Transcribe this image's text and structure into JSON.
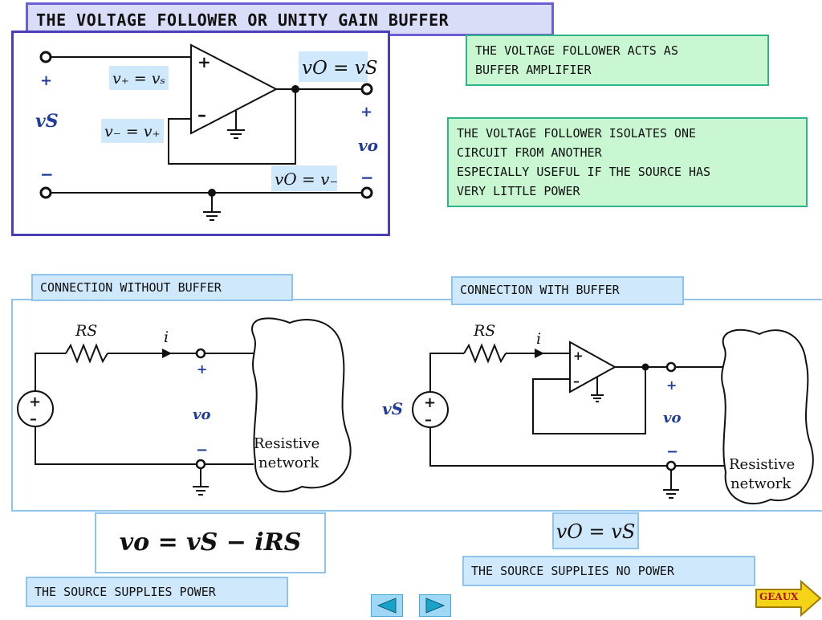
{
  "title": "THE VOLTAGE FOLLOWER OR UNITY GAIN BUFFER",
  "notes": {
    "acts_as_buffer": [
      "THE VOLTAGE FOLLOWER ACTS AS",
      "BUFFER AMPLIFIER"
    ],
    "isolates": [
      "THE VOLTAGE FOLLOWER ISOLATES ONE",
      "CIRCUIT FROM ANOTHER",
      "ESPECIALLY USEFUL IF THE SOURCE HAS",
      "VERY LITTLE POWER"
    ]
  },
  "top_circuit": {
    "vplus_eq_vs": "v₊ = vₛ",
    "vminus_eq_vplus": "v₋ = v₊",
    "vo_eq_vs": "vO = vS",
    "vo_eq_vminus": "vO = v₋",
    "vs_label": "vS",
    "vo_label": "vo",
    "plus": "+",
    "minus": "−"
  },
  "labels": {
    "without_buffer": "CONNECTION WITHOUT BUFFER",
    "with_buffer": "CONNECTION WITH BUFFER",
    "source_supplies_power": "THE SOURCE SUPPLIES POWER",
    "source_supplies_no_power": "THE SOURCE SUPPLIES NO POWER"
  },
  "bottom_left": {
    "resistor": "RS",
    "current": "i",
    "vo_label": "vo",
    "network_line1": "Resistive",
    "network_line2": "network",
    "plus": "+",
    "minus": "−"
  },
  "bottom_right": {
    "resistor": "RS",
    "current": "i",
    "vs_label": "vS",
    "vo_label": "vo",
    "network_line1": "Resistive",
    "network_line2": "network",
    "plus": "+",
    "minus": "−"
  },
  "formulas": {
    "without_buffer": "vo = vS − iRS",
    "with_buffer": "vO = vS"
  },
  "nav": {
    "geaux": "GEAUX",
    "prev_icon": "left-triangle-icon",
    "next_icon": "right-triangle-icon"
  },
  "colors": {
    "title_border": "#6b5fd3",
    "note_border": "#2fb38a",
    "label_border": "#8fc4ee",
    "symbol_blue": "#1f3c9a"
  }
}
